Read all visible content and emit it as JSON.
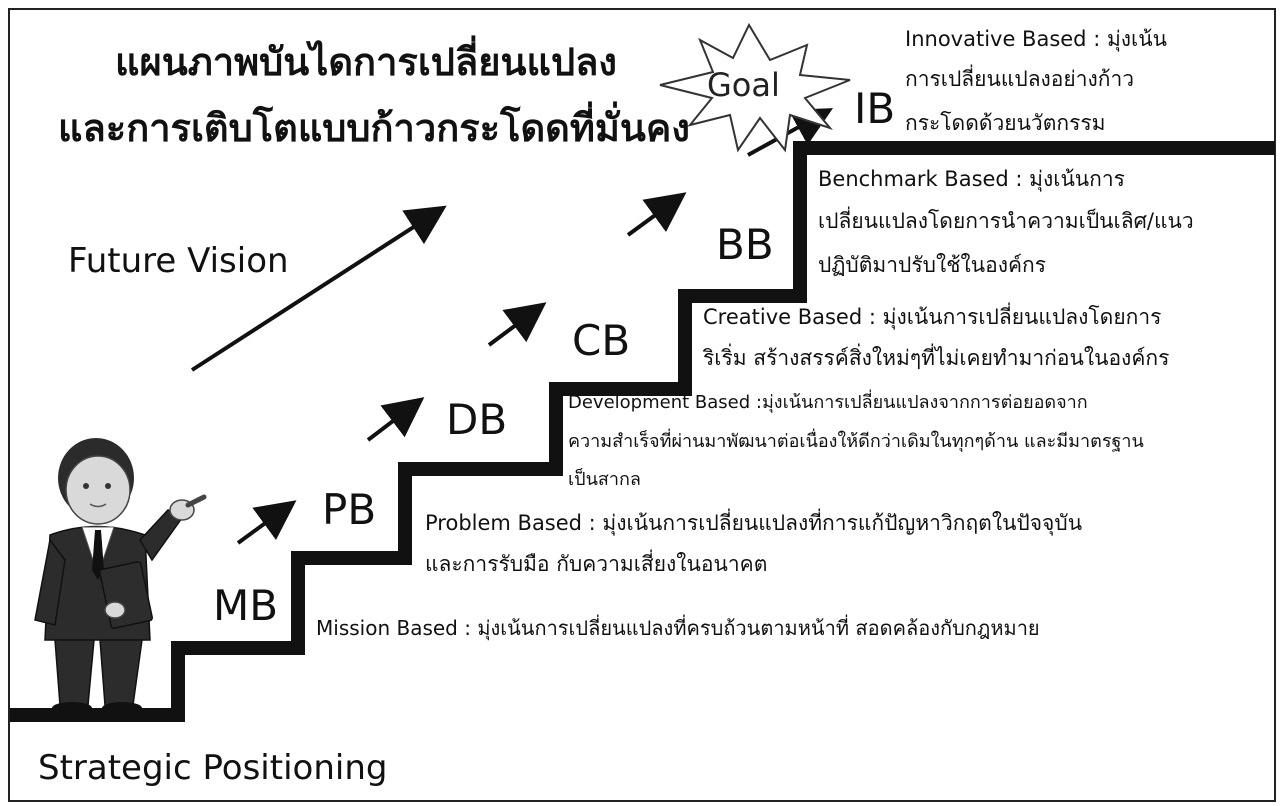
{
  "title": {
    "line1": "แผนภาพบันไดการเปลี่ยนแปลง",
    "line2": "และการเติบโตแบบก้าวกระโดดที่มั่นคง"
  },
  "future_vision": "Future Vision",
  "strategic_positioning": "Strategic Positioning",
  "goal": "Goal",
  "steps": {
    "mb": "MB",
    "pb": "PB",
    "db": "DB",
    "cb": "CB",
    "bb": "BB",
    "ib": "IB"
  },
  "descriptions": {
    "mission": "Mission Based : มุ่งเน้นการเปลี่ยนแปลงที่ครบถ้วนตามหน้าที่ สอดคล้องกับกฎหมาย",
    "problem_1": "Problem Based : มุ่งเน้นการเปลี่ยนแปลงที่การแก้ปัญหาวิกฤตในปัจจุบัน",
    "problem_2": "และการรับมือ กับความเสี่ยงในอนาคต",
    "development_1": "Development Based :มุ่งเน้นการเปลี่ยนแปลงจากการต่อยอดจาก",
    "development_2": "ความสำเร็จที่ผ่านมาพัฒนาต่อเนื่องให้ดีกว่าเดิมในทุกๆด้าน และมีมาตรฐาน",
    "development_3": "เป็นสากล",
    "creative_1": "Creative Based : มุ่งเน้นการเปลี่ยนแปลงโดยการ",
    "creative_2": "ริเริ่ม สร้างสรรค์สิ่งใหม่ๆที่ไม่เคยทำมาก่อนในองค์กร",
    "benchmark_1": "Benchmark Based : มุ่งเน้นการ",
    "benchmark_2": "เปลี่ยนแปลงโดยการนำความเป็นเลิศ/แนว",
    "benchmark_3": "ปฏิบัติมาปรับใช้ในองค์กร",
    "innovative_1": "Innovative Based : มุ่งเน้น",
    "innovative_2": "การเปลี่ยนแปลงอย่างก้าว",
    "innovative_3": "กระโดดด้วยนวัตกรรม"
  },
  "colors": {
    "stairs": "#111111",
    "arrows": "#111111",
    "suit": "#2c2c2c",
    "shirt": "#ffffff",
    "skin": "#d9d9d9"
  }
}
